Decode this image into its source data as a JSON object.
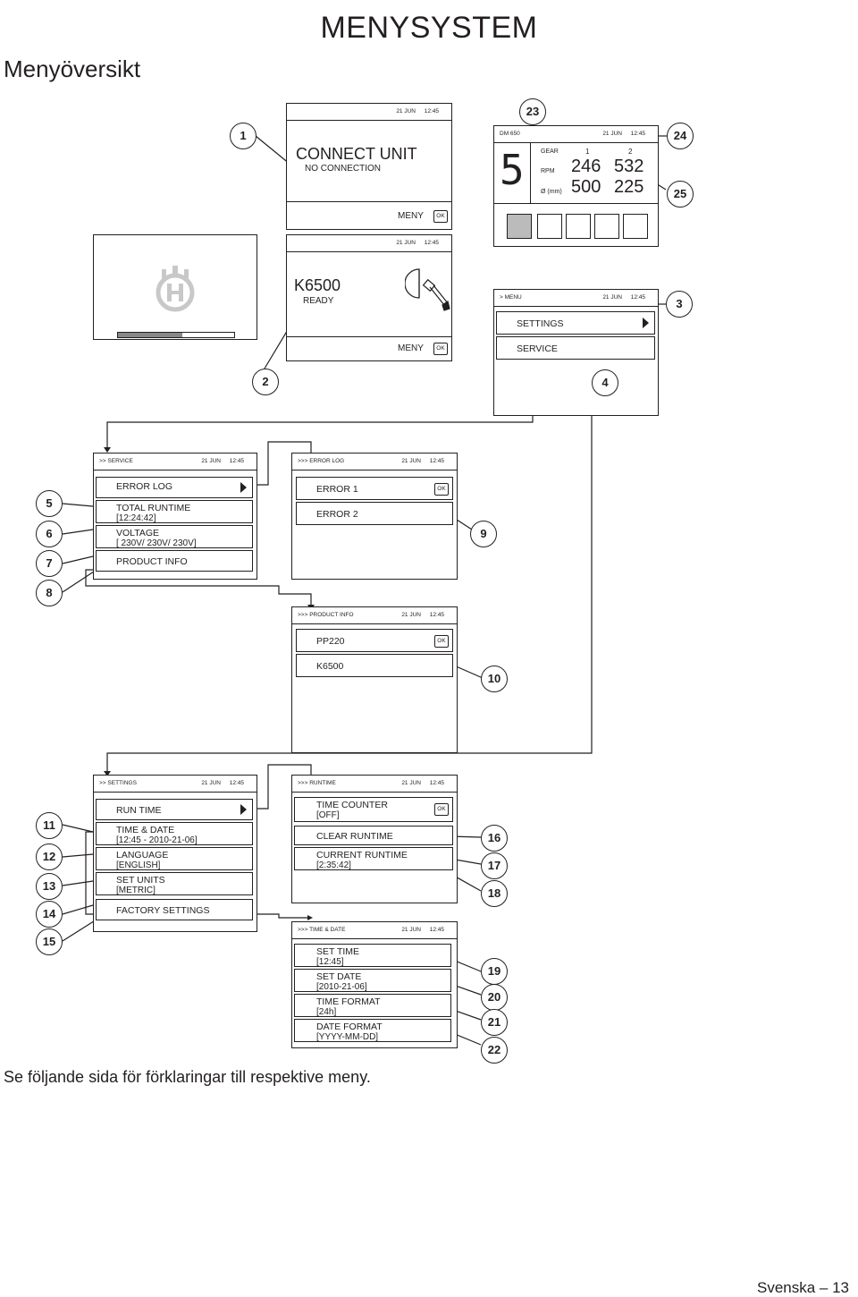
{
  "page": {
    "title": "MENYSYSTEM",
    "subtitle": "Menyöversikt",
    "footer": "Se följande sida för förklaringar till respektive meny.",
    "page_number": "Svenska – 13"
  },
  "common": {
    "date": "21 JUN",
    "time": "12:45",
    "ok": "OK",
    "meny": "MENY"
  },
  "connect": {
    "title": "CONNECT UNIT",
    "status": "NO CONNECTION"
  },
  "ready": {
    "title": "K6500",
    "status": "READY"
  },
  "dm": {
    "label": "DM 650",
    "gear_digit": "5",
    "gear": "GEAR",
    "rpm": "RPM",
    "dia": "Ø (mm)",
    "col1": "1",
    "col2": "2",
    "rpm1": "246",
    "rpm2": "532",
    "dia1": "500",
    "dia2": "225"
  },
  "menu": {
    "header": "> MENU",
    "settings": "SETTINGS",
    "service": "SERVICE"
  },
  "service": {
    "header": ">> SERVICE",
    "error_log": "ERROR LOG",
    "total_runtime": "TOTAL RUNTIME",
    "total_runtime_val": "[12:24:42]",
    "voltage": "VOLTAGE",
    "voltage_val": "[ 230V/ 230V/ 230V]",
    "product_info": "PRODUCT INFO"
  },
  "errorlog": {
    "header": ">>> ERROR LOG",
    "e1": "ERROR 1",
    "e2": "ERROR 2"
  },
  "prodinfo": {
    "header": ">>> PRODUCT INFO",
    "p1": "PP220",
    "p2": "K6500"
  },
  "settings": {
    "header": ">> SETTINGS",
    "run_time": "RUN TIME",
    "time_date": "TIME & DATE",
    "time_date_val": "[12:45 - 2010-21-06]",
    "language": "LANGUAGE",
    "language_val": "[ENGLISH]",
    "set_units": "SET UNITS",
    "set_units_val": "[METRIC]",
    "factory": "FACTORY SETTINGS"
  },
  "runtime": {
    "header": ">>> RUNTIME",
    "counter": "TIME COUNTER",
    "counter_val": "[OFF]",
    "clear": "CLEAR RUNTIME",
    "current": "CURRENT RUNTIME",
    "current_val": "[2:35:42]"
  },
  "timedate": {
    "header": ">>> TIME & DATE",
    "set_time": "SET TIME",
    "set_time_val": "[12:45]",
    "set_date": "SET DATE",
    "set_date_val": "[2010-21-06]",
    "time_format": "TIME FORMAT",
    "time_format_val": "[24h]",
    "date_format": "DATE FORMAT",
    "date_format_val": "[YYYY-MM-DD]"
  },
  "callouts": [
    "1",
    "2",
    "3",
    "4",
    "5",
    "6",
    "7",
    "8",
    "9",
    "10",
    "11",
    "12",
    "13",
    "14",
    "15",
    "16",
    "17",
    "18",
    "19",
    "20",
    "21",
    "22",
    "23",
    "24",
    "25"
  ]
}
